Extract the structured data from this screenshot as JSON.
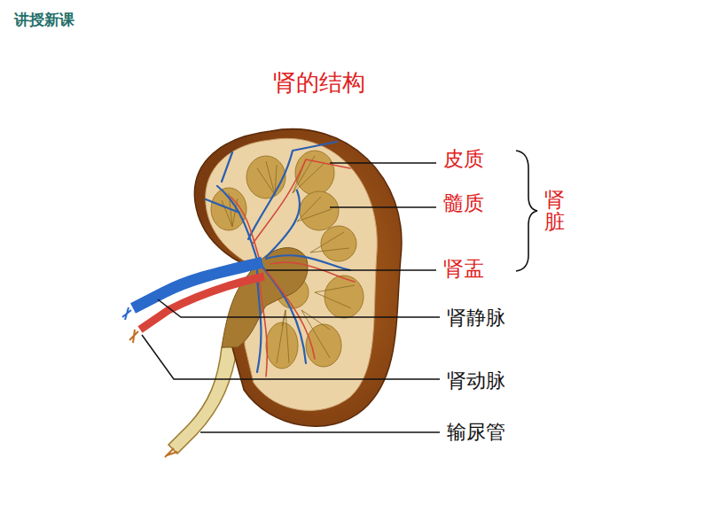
{
  "diagram": {
    "title": "肾的结构",
    "labels": [
      "讲授新课",
      "皮质",
      "髓质",
      "肾盂",
      "肾脏",
      "肾静脉",
      "肾动脉",
      "输尿管"
    ]
  }
}
